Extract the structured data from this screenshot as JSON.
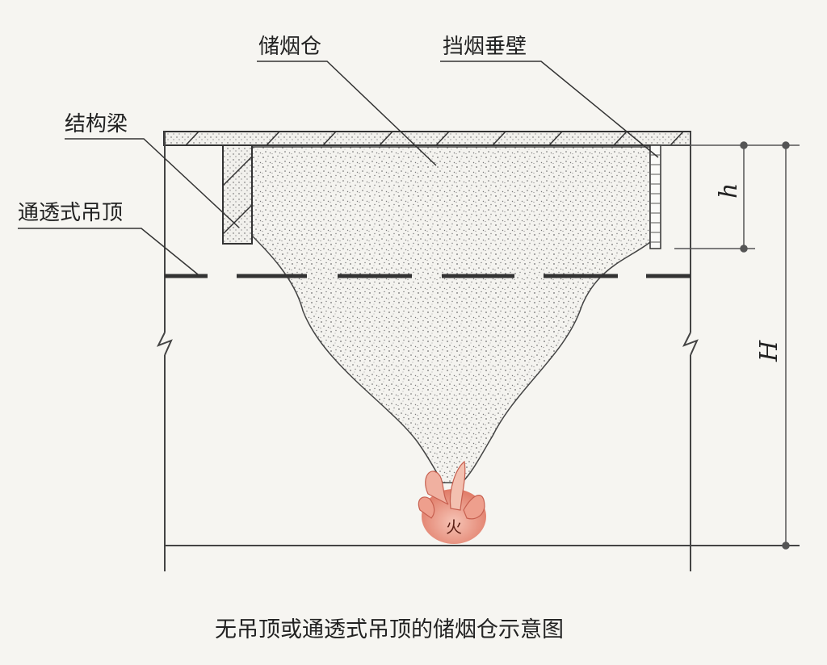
{
  "labels": {
    "smoke_reservoir": "储烟仓",
    "smoke_barrier": "挡烟垂壁",
    "structural_beam": "结构梁",
    "permeable_ceiling": "通透式吊顶"
  },
  "dimensions": {
    "h": "h",
    "H": "H"
  },
  "fire_label": "火",
  "caption": "无吊顶或通透式吊顶的储烟仓示意图",
  "colors": {
    "background": "#f6f5f1",
    "line": "#333333",
    "smoke_dots": "#6e6e6e",
    "flame_outer": "#e88a78",
    "flame_inner": "#f2b1a2"
  }
}
